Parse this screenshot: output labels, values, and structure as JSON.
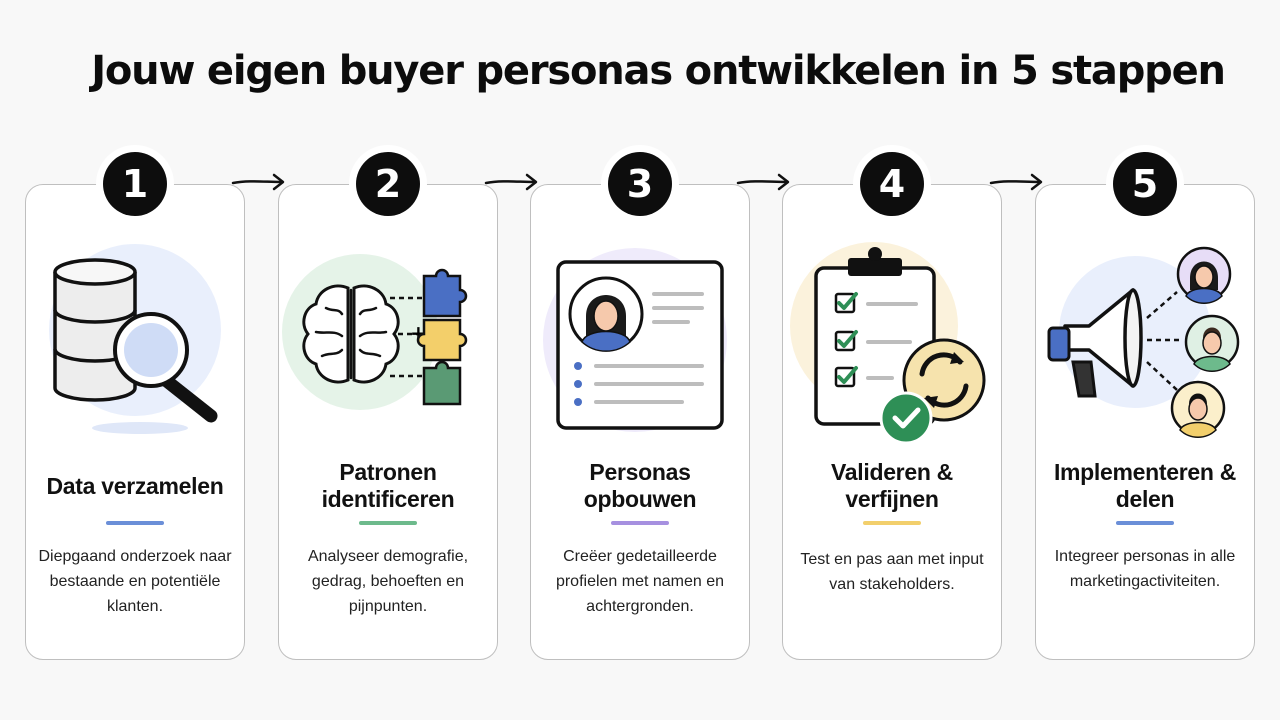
{
  "title": "Jouw eigen buyer personas ontwikkelen in 5 stappen",
  "colors": {
    "step1": "#6b8fd8",
    "step2": "#6dba8c",
    "step3": "#a690e0",
    "step4": "#f2cf6c",
    "step5": "#6b8fd8"
  },
  "steps": [
    {
      "number": "1",
      "title": "Data verzamelen",
      "description": "Diepgaand onderzoek naar bestaande en potentiële klanten.",
      "icon": "database-magnifier-icon"
    },
    {
      "number": "2",
      "title": "Patronen identificeren",
      "description": "Analyseer demografie, gedrag, behoeften en pijnpunten.",
      "icon": "brain-puzzle-icon"
    },
    {
      "number": "3",
      "title": "Personas opbouwen",
      "description": "Creëer gedetailleerde profielen met namen en achtergronden.",
      "icon": "profile-card-icon"
    },
    {
      "number": "4",
      "title": "Valideren & verfijnen",
      "description": "Test en pas aan met input van stakeholders.",
      "icon": "checklist-clipboard-icon"
    },
    {
      "number": "5",
      "title": "Implementeren & delen",
      "description": "Integreer personas in alle marketingactiviteiten.",
      "icon": "megaphone-people-icon"
    }
  ]
}
